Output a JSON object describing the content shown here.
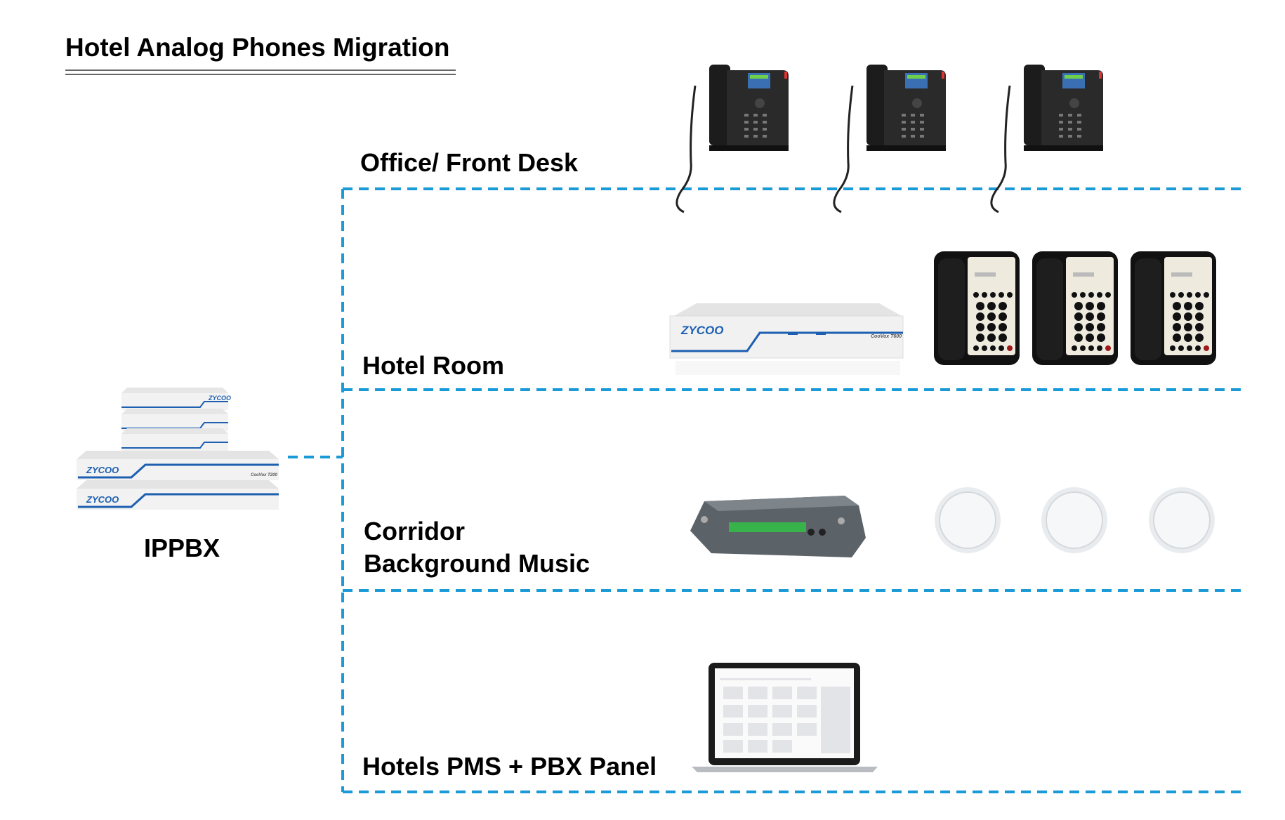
{
  "title": "Hotel Analog Phones Migration",
  "sections": [
    {
      "label": "Office/ Front Desk",
      "device": "ip-desk-phone"
    },
    {
      "label": "Hotel Room",
      "device": "analog-gateway-and-hotel-phones"
    },
    {
      "label_line1": "Corridor",
      "label_line2": "Background Music",
      "device": "audio-amplifier-and-ceiling-speakers"
    },
    {
      "label": "Hotels PMS + PBX Panel",
      "device": "laptop-panel"
    }
  ],
  "ippbx": {
    "label": "IPPBX"
  },
  "logos": {
    "brand": "ZYCOO",
    "gateway_model": "CooVox T600",
    "ippbx_model": "CooVox T200"
  },
  "colors": {
    "connector": "#1a9ad6",
    "device_accent": "#1d5fb0"
  }
}
